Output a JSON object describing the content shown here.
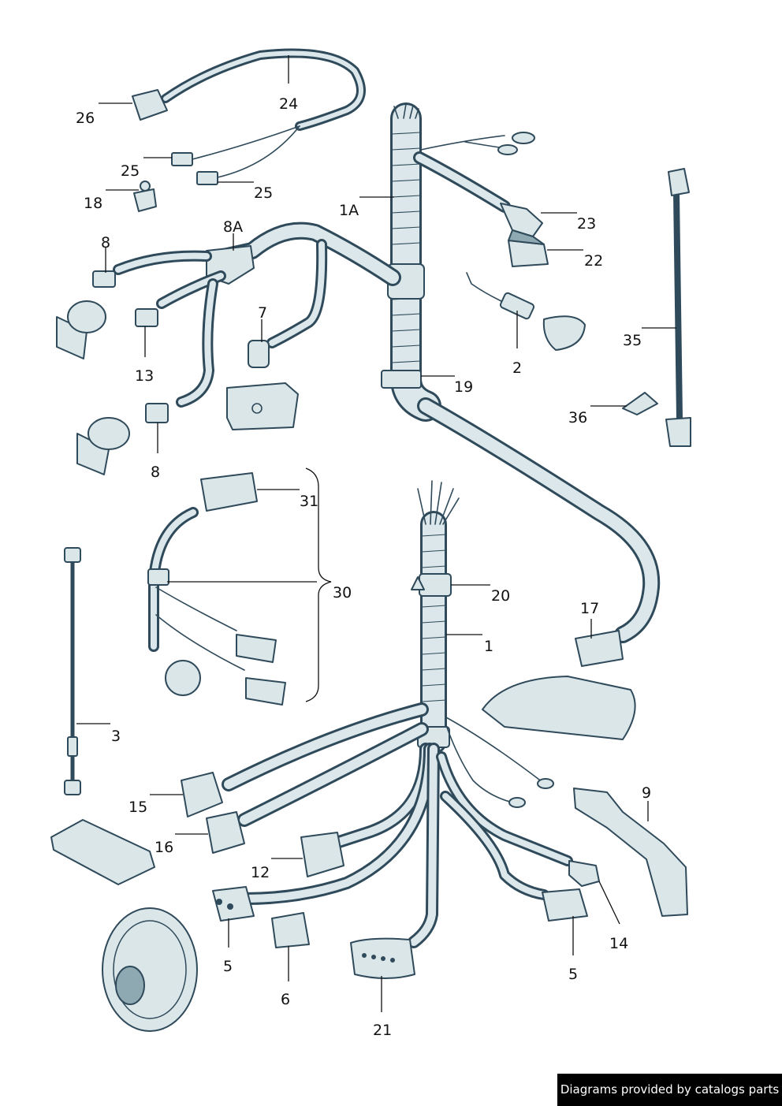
{
  "labels": {
    "l1": "1",
    "l1a": "1A",
    "l2": "2",
    "l3": "3",
    "l5a": "5",
    "l5b": "5",
    "l6": "6",
    "l7": "7",
    "l8a": "8",
    "l8b": "8",
    "l8A": "8A",
    "l9": "9",
    "l12": "12",
    "l13": "13",
    "l14": "14",
    "l15": "15",
    "l16": "16",
    "l17": "17",
    "l18": "18",
    "l19": "19",
    "l20": "20",
    "l21": "21",
    "l22": "22",
    "l23": "23",
    "l24": "24",
    "l25a": "25",
    "l25b": "25",
    "l26": "26",
    "l30": "30",
    "l31": "31",
    "l35": "35",
    "l36": "36"
  },
  "footer": {
    "credit": "Diagrams provided by catalogs parts"
  },
  "colors": {
    "line": "#2f4a5a",
    "fill": "#dbe6e9",
    "shade": "#8fa9b2",
    "footer_bg": "#000000",
    "footer_text": "#ffffff"
  }
}
